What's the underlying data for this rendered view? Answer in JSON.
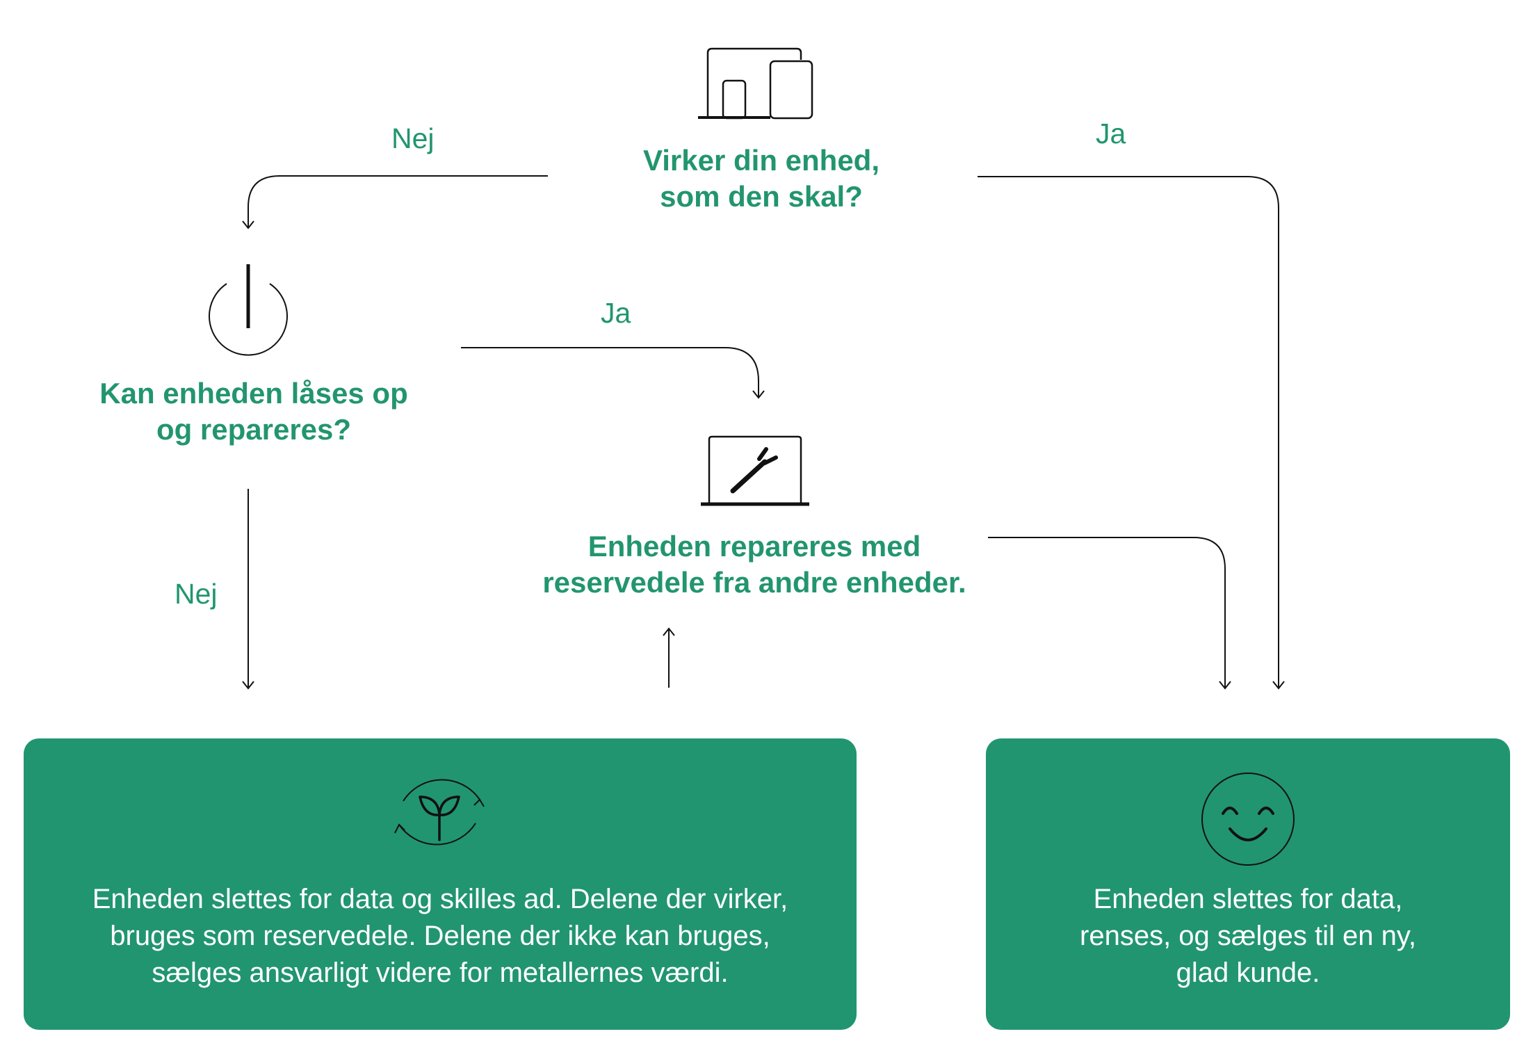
{
  "colors": {
    "accent": "#22956f",
    "box_fill": "#21956f",
    "line": "#111111"
  },
  "questions": {
    "works": {
      "line1": "Virker din enhed,",
      "line2": "som den skal?"
    },
    "unlock": {
      "line1": "Kan enheden låses op",
      "line2": "og repareres?"
    },
    "repair": {
      "line1": "Enheden repareres med",
      "line2": "reservedele fra andre enheder."
    }
  },
  "labels": {
    "top_no": "Nej",
    "top_yes": "Ja",
    "mid_yes": "Ja",
    "left_no": "Nej"
  },
  "boxes": {
    "recycle": {
      "line1": "Enheden slettes for data og skilles ad. Delene der virker,",
      "line2": "bruges som reservedele. Delene der ikke kan bruges,",
      "line3": "sælges ansvarligt videre for metallernes værdi."
    },
    "resell": {
      "line1": "Enheden slettes for data,",
      "line2": "renses, og sælges til en ny,",
      "line3": "glad kunde."
    }
  },
  "icons": {
    "devices": "devices-icon",
    "power": "power-icon",
    "repair": "laptop-wrench-icon",
    "recycle": "recycle-sprout-icon",
    "smiley": "smiley-icon"
  }
}
